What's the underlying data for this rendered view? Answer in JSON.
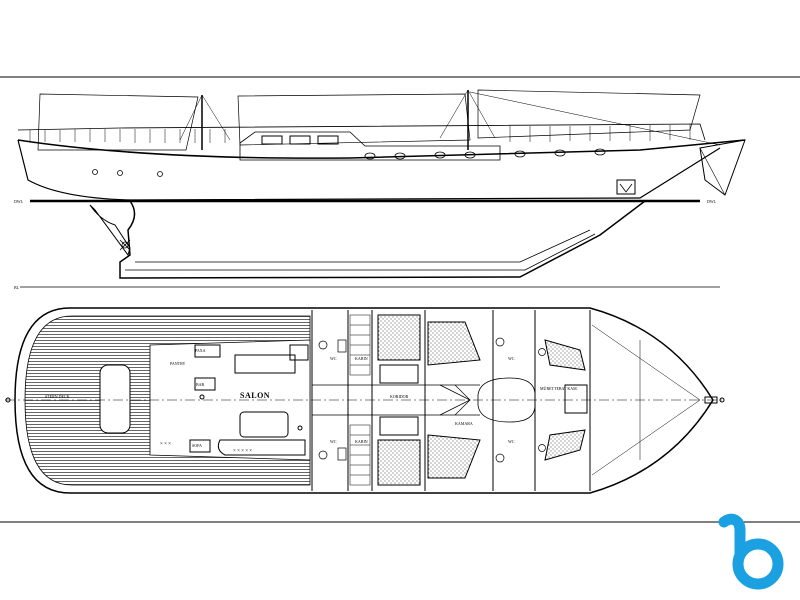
{
  "drawing": {
    "profile": {
      "waterline_label_left": "DWL",
      "waterline_label_right": "DWL",
      "baseline_label": "BL"
    },
    "plan": {
      "aft_deck_label": "STERN DECK",
      "salon_label": "SALON",
      "pantry_label": "PANTRY",
      "galley_label": "PAXA",
      "bar_label": "BAR",
      "sofa_label": "SOFA",
      "corridor_label": "KORIDOR",
      "wc_labels": [
        "WC",
        "WC",
        "WC",
        "WC"
      ],
      "cabin_labels": [
        "KABIN",
        "KABIN"
      ],
      "engine_label": "KAMARA",
      "crew_label": "MÜRETTEBAT KAM."
    }
  },
  "logo": {
    "name": "b-logo",
    "color": "#1ba0e2"
  }
}
